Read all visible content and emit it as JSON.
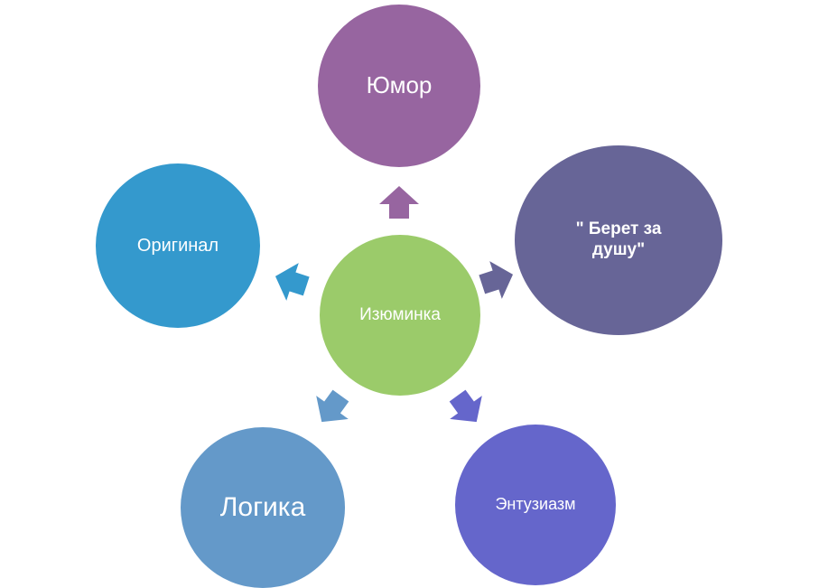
{
  "colors": {
    "center": "#9BCB6A",
    "humor": "#9765A0",
    "beret": "#676597",
    "original": "#3499CD",
    "logic": "#6499C9",
    "enthusiasm": "#6566CB"
  },
  "nodes": {
    "center": "Изюминка",
    "humor": "Юмор",
    "beret": "\" Берет за душу\"",
    "original": "Оригинал",
    "logic": "Логика",
    "enthusiasm": "Энтузиазм"
  }
}
